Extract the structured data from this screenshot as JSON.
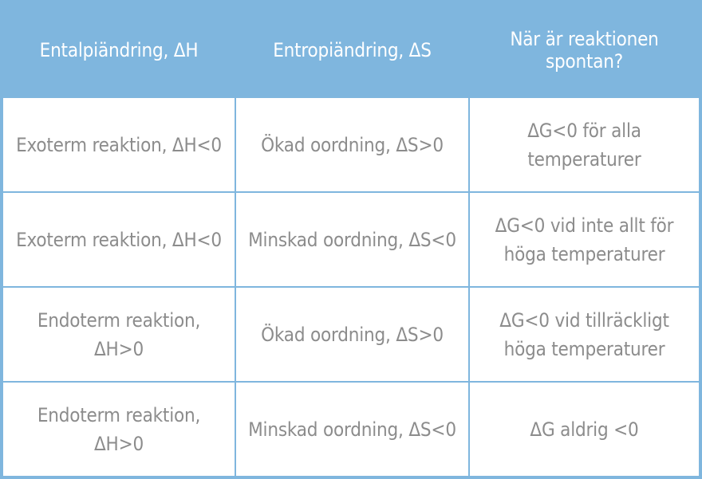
{
  "table": {
    "headers": [
      "Entalpiändring, ΔH",
      "Entropiändring, ΔS",
      "När är reaktionen spontan?"
    ],
    "rows": [
      [
        "Exoterm reaktion, ΔH<0",
        "Ökad oordning, ΔS>0",
        "ΔG<0 för alla temperaturer"
      ],
      [
        "Exoterm reaktion, ΔH<0",
        "Minskad oordning, ΔS<0",
        "ΔG<0 vid inte allt för höga temperaturer"
      ],
      [
        "Endoterm reaktion, ΔH>0",
        "Ökad oordning, ΔS>0",
        "ΔG<0 vid tillräckligt höga temperaturer"
      ],
      [
        "Endoterm reaktion, ΔH>0",
        "Minskad oordning, ΔS<0",
        "ΔG aldrig <0"
      ]
    ]
  },
  "colors": {
    "header_bg": "#7fb6de",
    "header_text": "#ffffff",
    "border": "#7fb6de",
    "cell_text": "#8c8c8c"
  }
}
